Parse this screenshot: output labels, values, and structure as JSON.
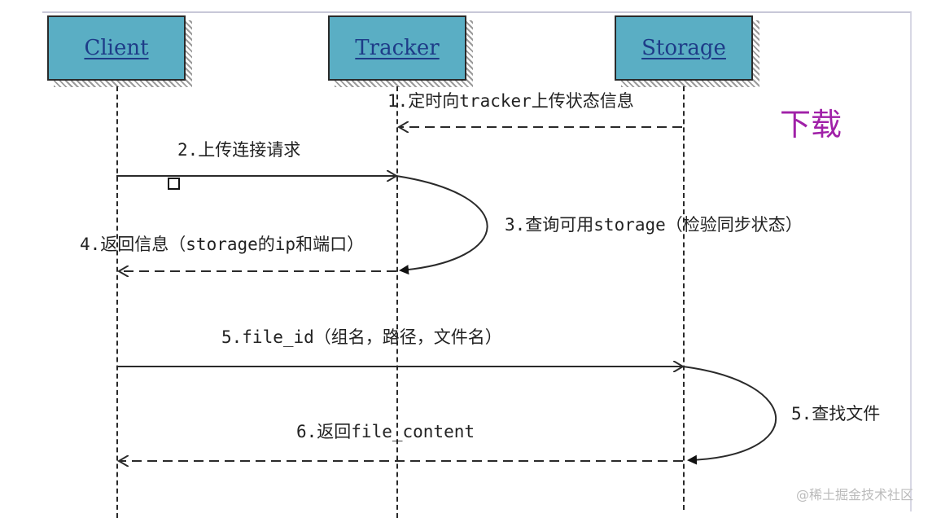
{
  "actors": {
    "client": "Client",
    "tracker": "Tracker",
    "storage": "Storage"
  },
  "messages": {
    "m1": "1.定时向tracker上传状态信息",
    "m2": "2.上传连接请求",
    "m3": "3.查询可用storage（检验同步状态）",
    "m4": "4.返回信息（storage的ip和端口）",
    "m5": "5.file_id（组名，路径，文件名）",
    "m5b": "5.查找文件",
    "m6": "6.返回file_content"
  },
  "annotation": "下载",
  "watermark": "@稀土掘金技术社区",
  "colors": {
    "actor_fill": "#5aaec4",
    "actor_text": "#1e3c88",
    "annotation": "#a020a8",
    "line": "#2a2a2a"
  }
}
